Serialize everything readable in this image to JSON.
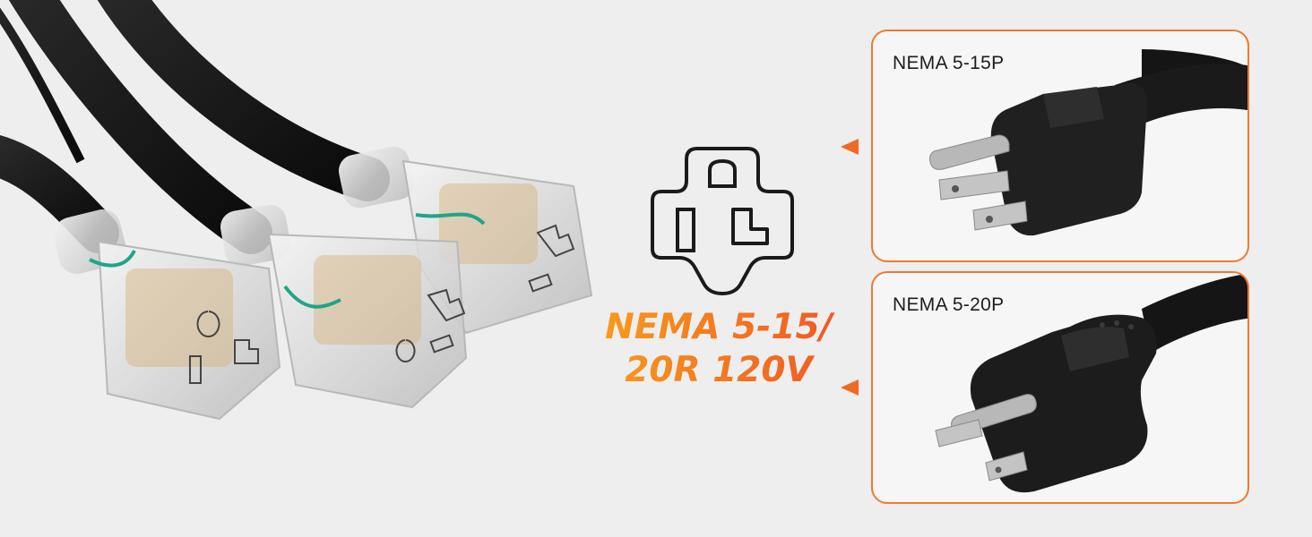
{
  "headline": {
    "line1": "NEMA 5-15/",
    "line2": "20R 120V"
  },
  "cards": [
    {
      "label": "NEMA 5-15P",
      "icon": "nema-5-15p-plug-icon"
    },
    {
      "label": "NEMA 5-20P",
      "icon": "nema-5-20p-plug-icon"
    }
  ],
  "colors": {
    "accent_orange": "#f07a2c",
    "gradient_start": "#f89a1c",
    "gradient_end": "#ef5a25",
    "cord_black": "#141414",
    "background": "#eeeeee"
  }
}
